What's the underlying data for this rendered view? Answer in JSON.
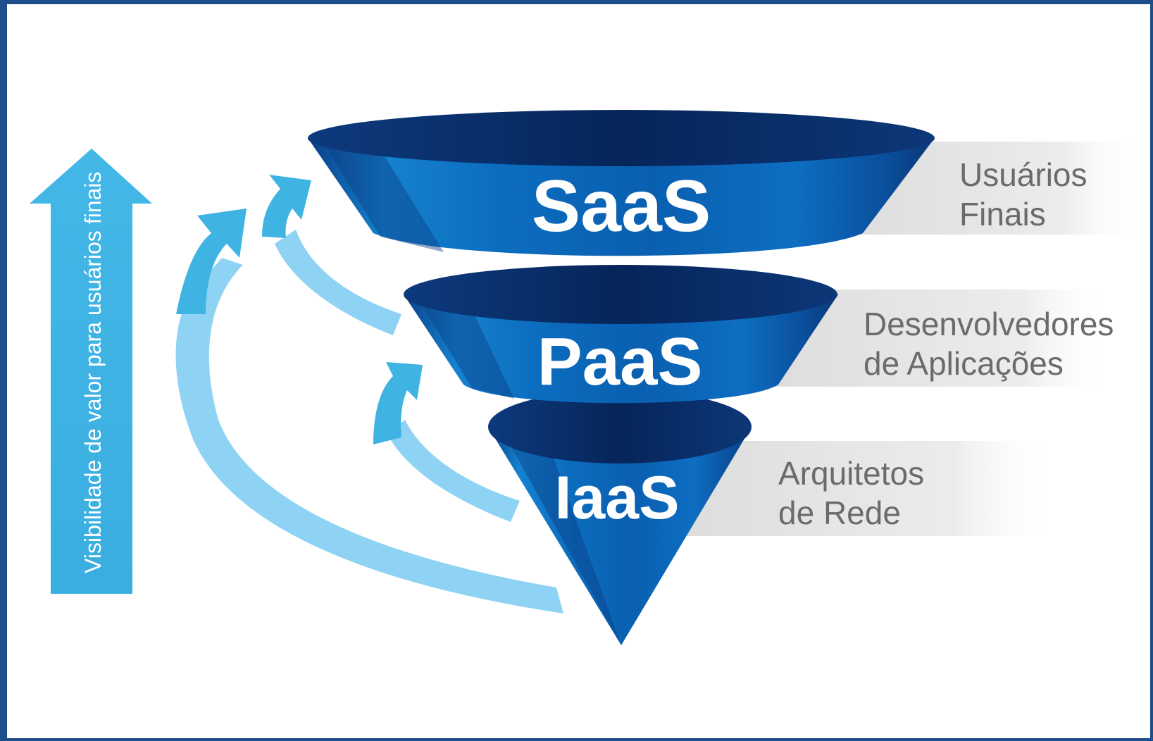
{
  "axis": {
    "label": "Visibilidade de valor para usuários finais"
  },
  "layers": [
    {
      "name": "SaaS",
      "audience_line1": "Usuários",
      "audience_line2": "Finais"
    },
    {
      "name": "PaaS",
      "audience_line1": "Desenvolvedores",
      "audience_line2": "de Aplicações"
    },
    {
      "name": "IaaS",
      "audience_line1": "Arquitetos",
      "audience_line2": "de Rede"
    }
  ],
  "colors": {
    "frame": "#1f4e8c",
    "funnel_dark": "#0b2d6b",
    "funnel_mid": "#0a63b5",
    "funnel_light": "#1e8fd8",
    "arrow_primary": "#3fb4e3",
    "arrow_light": "#8fd3f4",
    "role_band": "#e6e6e6",
    "role_text": "#6b6b6b"
  }
}
